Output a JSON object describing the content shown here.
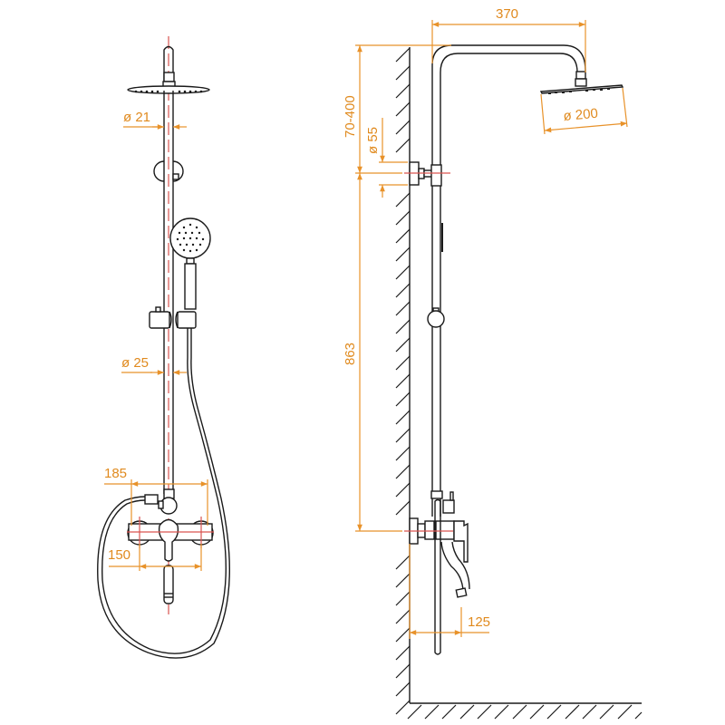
{
  "drawing": {
    "title": "Shower system technical drawing",
    "accent_color": "#e08a1e",
    "centerline_color": "#d9534f",
    "line_color": "#1a1a1a",
    "front_view": {
      "dimensions": {
        "pipe_top_diameter": "ø 21",
        "pipe_bottom_diameter": "ø 25",
        "mixer_width": "185",
        "inlet_spacing": "150"
      }
    },
    "side_view": {
      "dimensions": {
        "arm_reach": "370",
        "head_height_range": "70-400",
        "bracket_diameter": "ø 55",
        "head_diameter": "ø 200",
        "riser_height": "863",
        "spout_projection": "125"
      }
    }
  }
}
